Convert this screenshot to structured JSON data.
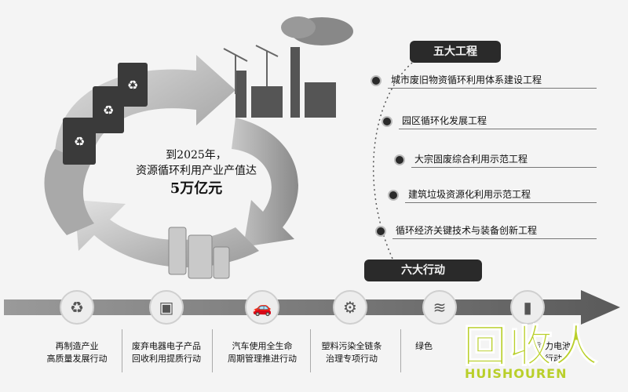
{
  "center": {
    "line1": "到2025年，",
    "line2": "资源循环利用产业产值达",
    "line3": "5万亿元"
  },
  "five_projects": {
    "title": "五大工程",
    "items": [
      "城市废旧物资循环利用体系建设工程",
      "园区循环化发展工程",
      "大宗固废综合利用示范工程",
      "建筑垃圾资源化利用示范工程",
      "循环经济关键技术与装备创新工程"
    ]
  },
  "six_actions": {
    "title": "六大行动",
    "items": [
      {
        "line1": "再制造产业",
        "line2": "高质量发展行动",
        "icon": "recycle-icon",
        "glyph": "♻"
      },
      {
        "line1": "废弃电器电子产品",
        "line2": "回收利用提质行动",
        "icon": "computer-icon",
        "glyph": "▣"
      },
      {
        "line1": "汽车使用全生命",
        "line2": "周期管理推进行动",
        "icon": "car-icon",
        "glyph": "🚗"
      },
      {
        "line1": "塑料污染全链条",
        "line2": "治理专项行动",
        "icon": "gears-icon",
        "glyph": "⚙"
      },
      {
        "line1": "",
        "line2": "绿色",
        "icon": "layers-icon",
        "glyph": "≋"
      },
      {
        "line1": "动力电池",
        "line2": "行动",
        "icon": "battery-icon",
        "glyph": "▮"
      }
    ]
  },
  "watermark": {
    "main": "回收人",
    "sub": "HUISHOUREN"
  },
  "colors": {
    "dark": "#2a2a2a",
    "watermark": "#b9cf2a"
  }
}
